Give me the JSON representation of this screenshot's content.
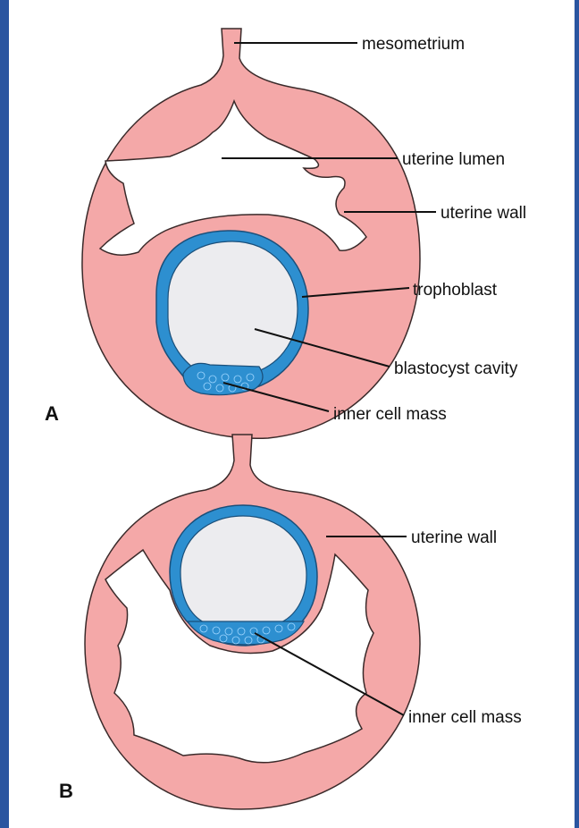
{
  "panels": {
    "a": {
      "letter": "A",
      "labels": {
        "mesometrium": "mesometrium",
        "uterine_lumen": "uterine lumen",
        "uterine_wall": "uterine wall",
        "trophoblast": "trophoblast",
        "blastocyst_cavity": "blastocyst cavity",
        "inner_cell_mass": "inner cell mass"
      }
    },
    "b": {
      "letter": "B",
      "labels": {
        "uterine_wall": "uterine wall",
        "inner_cell_mass": "inner cell mass"
      }
    }
  },
  "colors": {
    "frame": "#2a55a0",
    "background": "#ffffff",
    "uterine_wall": "#f4a8a8",
    "trophoblast": "#2d8fd0",
    "blastocyst_cavity": "#ececef"
  }
}
